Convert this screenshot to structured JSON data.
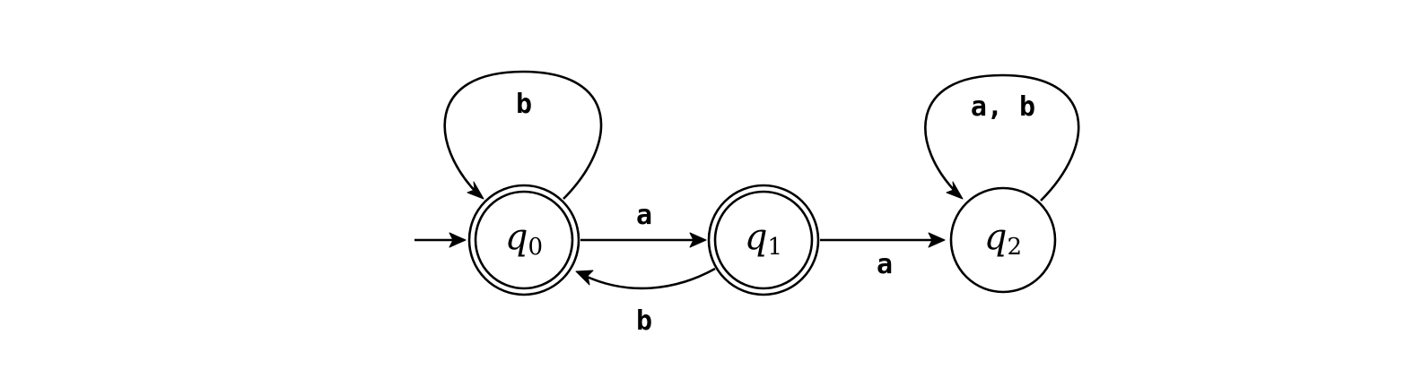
{
  "states": [
    {
      "id": "q0",
      "name": "q",
      "subscript": "0",
      "accepting": true,
      "initial": true
    },
    {
      "id": "q1",
      "name": "q",
      "subscript": "1",
      "accepting": true,
      "initial": false
    },
    {
      "id": "q2",
      "name": "q",
      "subscript": "2",
      "accepting": false,
      "initial": false
    }
  ],
  "transitions": [
    {
      "id": "q0-q0",
      "from": "q0",
      "to": "q0",
      "label": "b"
    },
    {
      "id": "q0-q1",
      "from": "q0",
      "to": "q1",
      "label": "a"
    },
    {
      "id": "q1-q0",
      "from": "q1",
      "to": "q0",
      "label": "b"
    },
    {
      "id": "q1-q2",
      "from": "q1",
      "to": "q2",
      "label": "a"
    },
    {
      "id": "q2-q2",
      "from": "q2",
      "to": "q2",
      "label": "a, b"
    }
  ]
}
